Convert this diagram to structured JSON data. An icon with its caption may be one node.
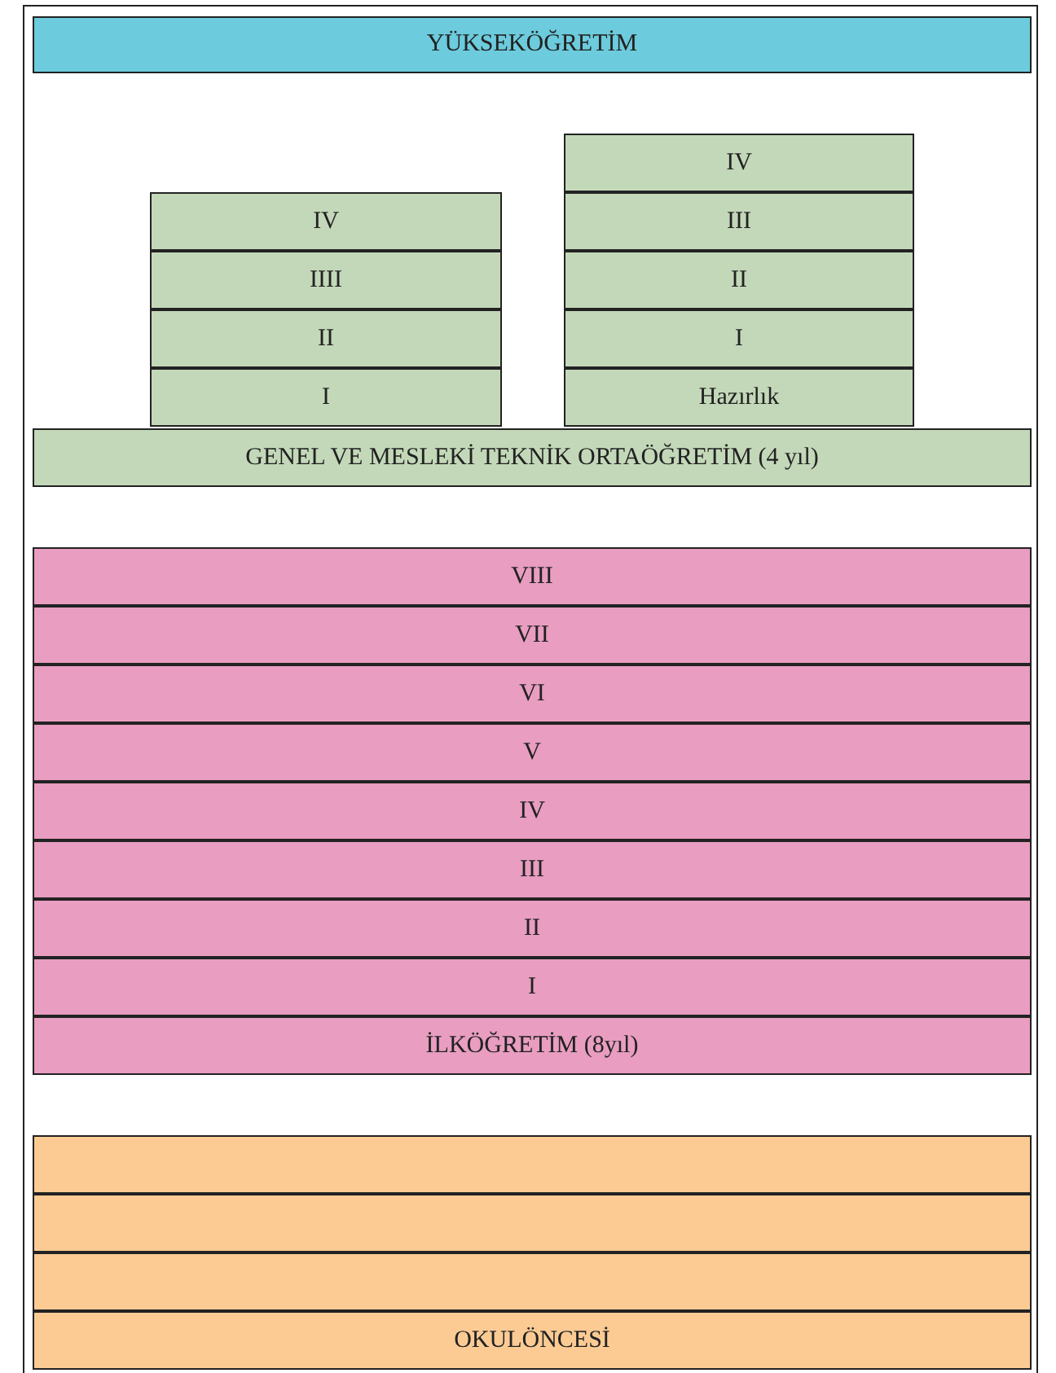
{
  "diagram": {
    "nodes": [
      {
        "text": [
          "YÜKSEKÖĞRETİM"
        ]
      },
      {
        "text": [
          "IV"
        ]
      },
      {
        "text": [
          "IIII"
        ]
      },
      {
        "text": [
          "II"
        ]
      },
      {
        "text": [
          "I"
        ]
      },
      {
        "text": [
          "IV"
        ]
      },
      {
        "text": [
          "III"
        ]
      },
      {
        "text": [
          "II"
        ]
      },
      {
        "text": [
          "I"
        ]
      },
      {
        "text": [
          "Hazırlık"
        ]
      },
      {
        "text": [
          "GENEL VE MESLEKİ TEKNİK ORTAÖĞRETİM (4 yıl)"
        ]
      },
      {
        "text": [
          "VIII"
        ]
      },
      {
        "text": [
          "VII"
        ]
      },
      {
        "text": [
          "VI"
        ]
      },
      {
        "text": [
          "V"
        ]
      },
      {
        "text": [
          "IV"
        ]
      },
      {
        "text": [
          "III"
        ]
      },
      {
        "text": [
          "II"
        ]
      },
      {
        "text": [
          "I"
        ]
      },
      {
        "text": [
          "İLKÖĞRETİM (8yıl)"
        ]
      },
      {
        "text": [],
        "shape": "box"
      },
      {
        "text": [],
        "shape": "box"
      },
      {
        "text": [],
        "shape": "box"
      },
      {
        "text": [
          "OKULÖNCESİ"
        ]
      }
    ]
  }
}
